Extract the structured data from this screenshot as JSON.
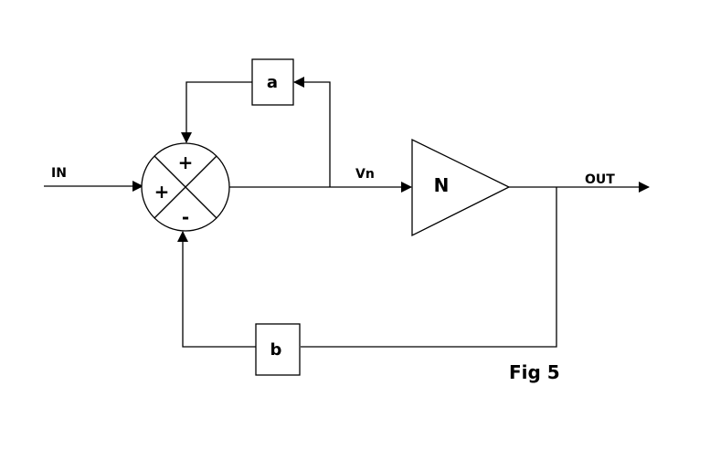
{
  "diagram": {
    "caption": "Fig 5",
    "input_label": "IN",
    "output_label": "OUT",
    "node_label": "Vn",
    "amplifier_label": "N",
    "feedback_top_label": "a",
    "feedback_bottom_label": "b",
    "summing_junction": {
      "top_sign": "+",
      "left_sign": "+",
      "bottom_sign": "-"
    },
    "colors": {
      "stroke": "#000000",
      "background": "#ffffff"
    }
  }
}
